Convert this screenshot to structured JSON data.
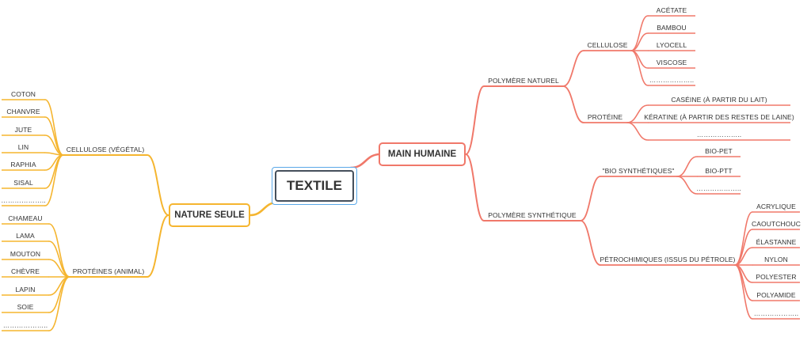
{
  "root": {
    "label": "TEXTILE"
  },
  "human": {
    "label": "MAIN HUMAINE",
    "naturel": {
      "label": "POLYMÈRE NATUREL",
      "cellulose": {
        "label": "CELLULOSE",
        "items": [
          "ACÉTATE",
          "BAMBOU",
          "LYOCELL",
          "VISCOSE",
          "……………….."
        ]
      },
      "proteine": {
        "label": "PROTÉINE",
        "items": [
          "CASÉINE (À PARTIR DU LAIT)",
          "KÉRATINE (À PARTIR DES RESTES DE LAINE)",
          "……………….."
        ]
      }
    },
    "synthetique": {
      "label": "POLYMÈRE SYNTHÉTIQUE",
      "bio": {
        "label": "\"BIO SYNTHÉTIQUES\"",
        "items": [
          "BIO-PET",
          "BIO-PTT",
          "……………….."
        ]
      },
      "petro": {
        "label": "PÉTROCHIMIQUES (ISSUS DU PÉTROLE)",
        "items": [
          "ACRYLIQUE",
          "CAOUTCHOUC",
          "ÉLASTANNE",
          "NYLON",
          "POLYESTER",
          "POLYAMIDE",
          "……………….."
        ]
      }
    }
  },
  "nature": {
    "label": "NATURE SEULE",
    "cellulose": {
      "label": "CELLULOSE (VÉGÉTAL)",
      "items": [
        "COTON",
        "CHANVRE",
        "JUTE",
        "LIN",
        "RAPHIA",
        "SISAL",
        "……………….."
      ]
    },
    "proteines": {
      "label": "PROTÉINES (ANIMAL)",
      "items": [
        "CHAMEAU",
        "LAMA",
        "MOUTON",
        "CHÈVRE",
        "LAPIN",
        "SOIE",
        "……………….."
      ]
    }
  },
  "colors": {
    "human": "#f0786a",
    "nature": "#f5b52f",
    "root_border": "#454f5b",
    "root_highlight": "#5aa8e8"
  }
}
